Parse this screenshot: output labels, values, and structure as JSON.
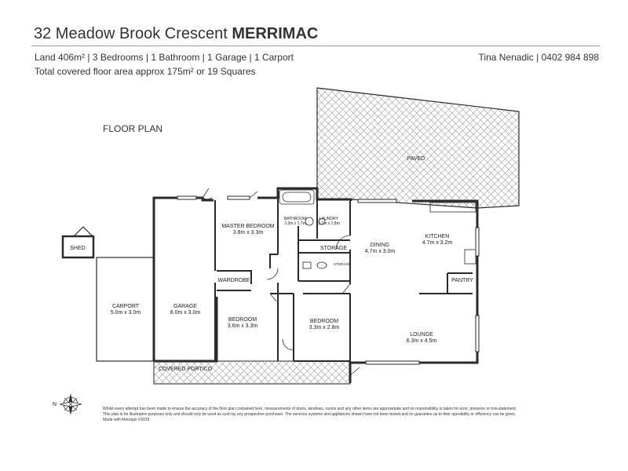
{
  "header": {
    "street": "32 Meadow Brook Crescent",
    "suburb": "MERRIMAC",
    "summary": "Land 406m² | 3 Bedrooms | 1 Bathroom | 1 Garage | 1 Carport",
    "area": "Total covered floor area approx 175m² or 19 Squares",
    "agent": "Tina Nenadic | 0402 984 898"
  },
  "plan": {
    "label": "FLOOR PLAN",
    "rooms": {
      "paved": {
        "name": "PAVED"
      },
      "shed": {
        "name": "SHED"
      },
      "carport": {
        "name": "CARPORT",
        "size": "5.0m x 3.0m"
      },
      "garage": {
        "name": "GARAGE",
        "size": "8.0m x 3.0m"
      },
      "master": {
        "name": "MASTER BEDROOM",
        "size": "3.8m x 3.3m"
      },
      "bathroom": {
        "name": "BATHROOM",
        "size": "3.3m x 1.7m"
      },
      "laundry": {
        "name": "LAUNDRY",
        "size": "2.1m x 1.8m"
      },
      "storage1": {
        "name": "STORAGE"
      },
      "storage2": {
        "name": "STORAGE"
      },
      "wardrobe": {
        "name": "WARDROBE"
      },
      "bedroom2": {
        "name": "BEDROOM",
        "size": "3.6m x 3.3m"
      },
      "bedroom3": {
        "name": "BEDROOM",
        "size": "3.3m x 2.8m"
      },
      "dining": {
        "name": "DINING",
        "size": "4.7m x 3.0m"
      },
      "kitchen": {
        "name": "KITCHEN",
        "size": "4.7m x 3.2m"
      },
      "pantry": {
        "name": "PANTRY"
      },
      "lounge": {
        "name": "LOUNGE",
        "size": "6.3m x 4.5m"
      },
      "portico": {
        "name": "COVERED PORTICO"
      }
    }
  },
  "disclaimer": [
    "Whilst every attempt has been made to ensure the accuracy of the floor plan contained here, measurements of doors, windows, rooms and any other items are approximate and no responsibility is taken for error, omission or mis-statement.",
    "This plan is for illustrative purposes only and should only be used as such by any prospective purchaser. The services systems and appliances shown have not been tested and no guarantee as to their operability or efficiency can be given.",
    "Made with Metropix ©2016"
  ],
  "icons": {
    "compass": "compass-rose-icon"
  },
  "colors": {
    "wall": "#2a2a2a",
    "hatch": "#9a9a9a",
    "text": "#222222"
  }
}
